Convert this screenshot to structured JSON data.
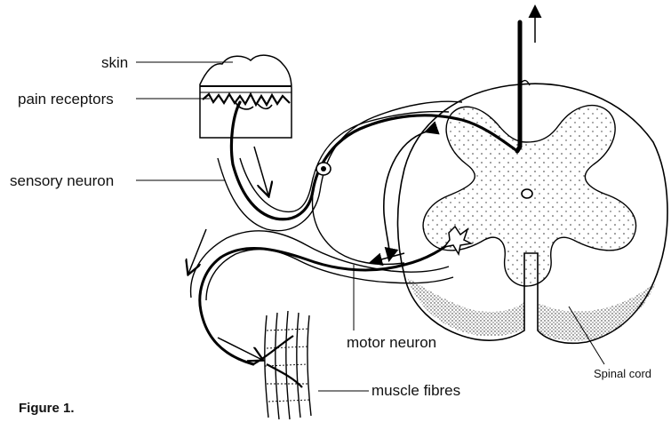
{
  "labels": {
    "skin": "skin",
    "pain_receptors": "pain receptors",
    "sensory_neuron": "sensory neuron",
    "motor_neuron": "motor neuron",
    "muscle_fibres": "muscle fibres",
    "spinal_cord": "Spinal cord",
    "figure_caption": "Figure 1."
  }
}
